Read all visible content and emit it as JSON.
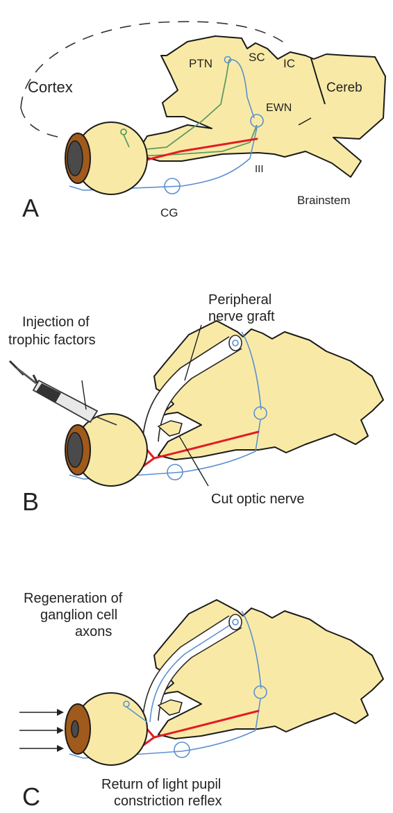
{
  "panel_a": {
    "letter": "A",
    "cortex": "Cortex",
    "ptn": "PTN",
    "sc": "SC",
    "ic": "IC",
    "cereb": "Cereb",
    "ewn": "EWN",
    "iii": "III",
    "cg": "CG",
    "brainstem": "Brainstem"
  },
  "panel_b": {
    "letter": "B",
    "injection_line1": "Injection of",
    "injection_line2": "trophic factors",
    "graft_line1": "Peripheral",
    "graft_line2": "nerve graft",
    "cut_nerve": "Cut optic nerve"
  },
  "panel_c": {
    "letter": "C",
    "regen_line1": "Regeneration of",
    "regen_line2": "ganglion cell",
    "regen_line3": "axons",
    "reflex_line1": "Return of light pupil",
    "reflex_line2": "constriction reflex"
  },
  "colors": {
    "tissue": "#f8eaa6",
    "pupillary_pathway": "#e21c23",
    "ganglion_cell_axon": "#5e9a63",
    "neuron_path": "#5c8fd0",
    "iris": "#a05a1c"
  }
}
